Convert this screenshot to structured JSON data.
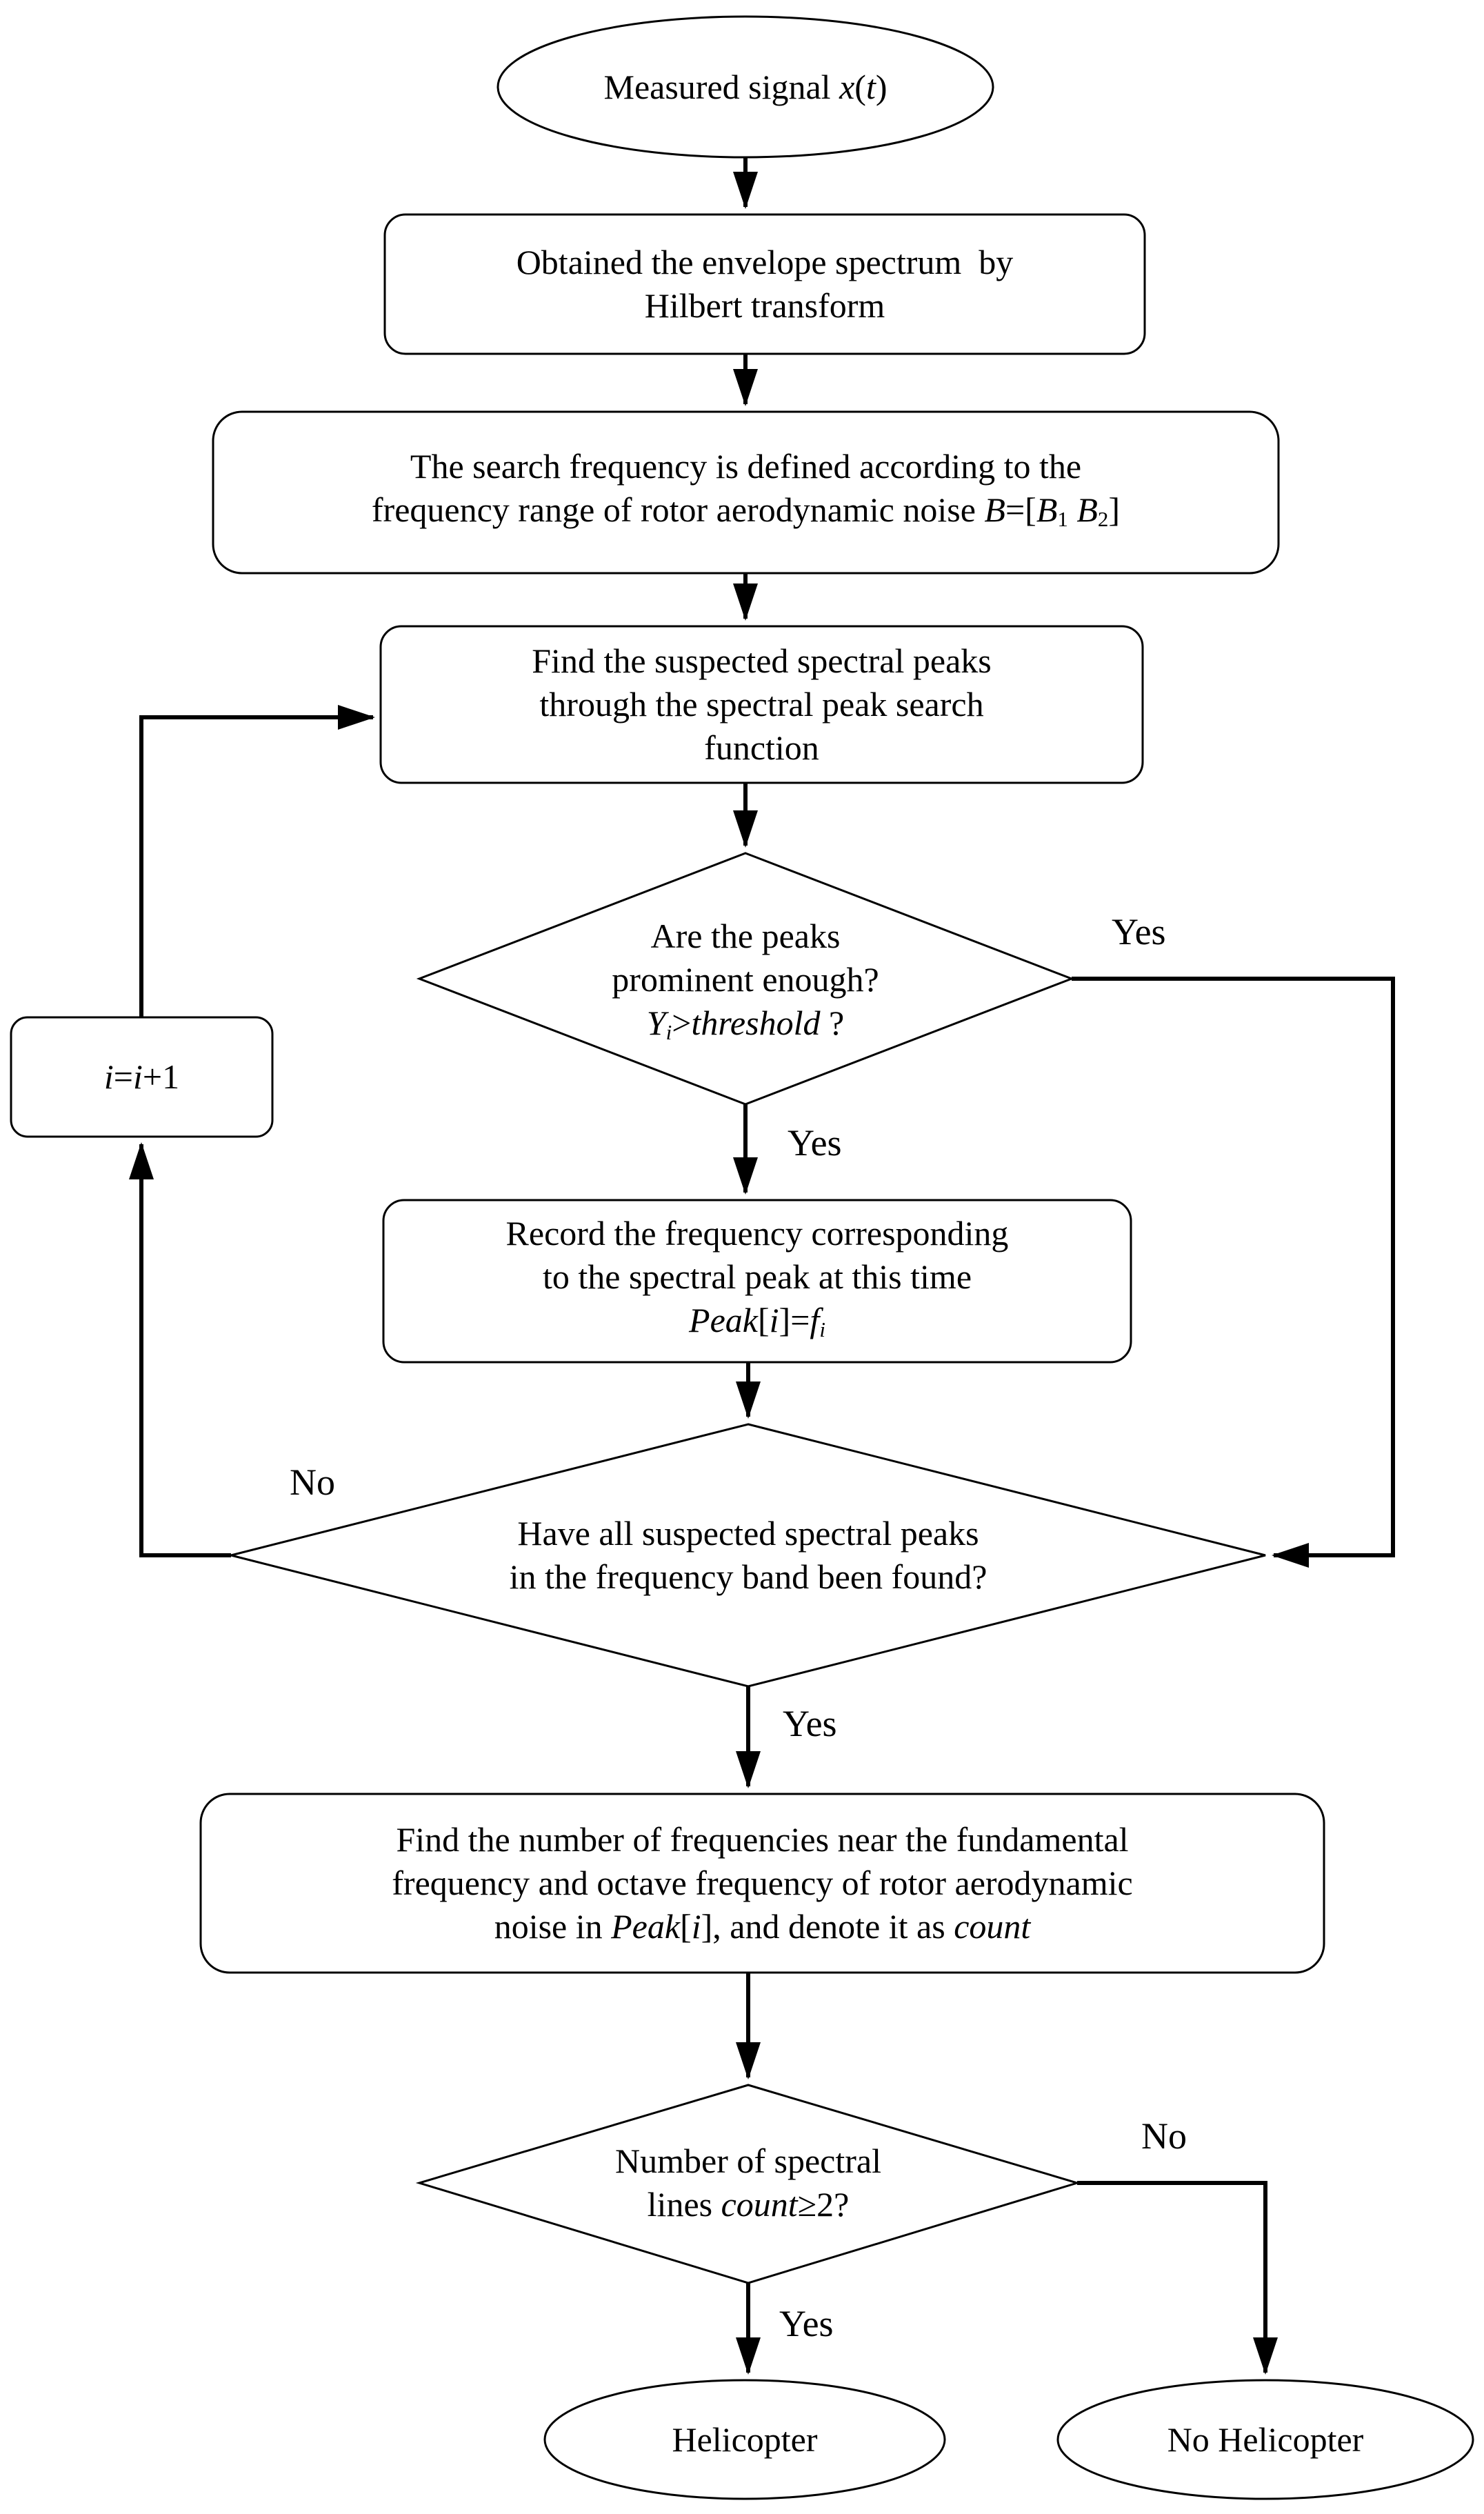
{
  "colors": {
    "ink": "#000000",
    "background": "#ffffff"
  },
  "nodes": {
    "start": {
      "lines": [
        [
          {
            "t": "Measured signal "
          },
          {
            "t": "x"
          },
          {
            "t": "("
          },
          {
            "t": "t"
          },
          {
            "t": ")"
          }
        ]
      ]
    },
    "hilbert": {
      "lines": [
        [
          {
            "t": "Obtained the envelope spectrum  by"
          }
        ],
        [
          {
            "t": "Hilbert transform"
          }
        ]
      ]
    },
    "search": {
      "lines": [
        [
          {
            "t": "The search frequency is defined according to the"
          }
        ],
        [
          {
            "t": "frequency range of rotor aerodynamic noise "
          },
          {
            "t": "B"
          },
          {
            "t": "=["
          },
          {
            "t": "B"
          },
          {
            "t": "1"
          },
          {
            "t": " "
          },
          {
            "t": "B"
          },
          {
            "t": "2"
          },
          {
            "t": "]"
          }
        ]
      ]
    },
    "find_peaks": {
      "lines": [
        [
          {
            "t": "Find the suspected spectral peaks"
          }
        ],
        [
          {
            "t": "through the spectral peak search"
          }
        ],
        [
          {
            "t": "function"
          }
        ]
      ]
    },
    "prominent": {
      "lines": [
        [
          {
            "t": "Are the peaks"
          }
        ],
        [
          {
            "t": "prominent enough?"
          }
        ],
        [
          {
            "t": "Y"
          },
          {
            "t": "i"
          },
          {
            "t": ">"
          },
          {
            "t": "threshold"
          },
          {
            "t": " ?"
          }
        ]
      ]
    },
    "increment": {
      "lines": [
        [
          {
            "t": "i"
          },
          {
            "t": "="
          },
          {
            "t": "i"
          },
          {
            "t": "+1"
          }
        ]
      ]
    },
    "record": {
      "lines": [
        [
          {
            "t": "Record the frequency corresponding"
          }
        ],
        [
          {
            "t": "to the spectral peak at this time"
          }
        ],
        [
          {
            "t": "Peak"
          },
          {
            "t": "["
          },
          {
            "t": "i"
          },
          {
            "t": "]="
          },
          {
            "t": "f"
          },
          {
            "t": "i"
          }
        ]
      ]
    },
    "all_found": {
      "lines": [
        [
          {
            "t": "Have all suspected spectral peaks"
          }
        ],
        [
          {
            "t": "in the frequency band been found?"
          }
        ]
      ]
    },
    "count_find": {
      "lines": [
        [
          {
            "t": "Find the number of frequencies near the fundamental"
          }
        ],
        [
          {
            "t": "frequency and octave frequency of rotor aerodynamic"
          }
        ],
        [
          {
            "t": "noise in "
          },
          {
            "t": "Peak"
          },
          {
            "t": "["
          },
          {
            "t": "i"
          },
          {
            "t": "], and denote it as "
          },
          {
            "t": "count"
          }
        ]
      ]
    },
    "count_check": {
      "lines": [
        [
          {
            "t": "Number of spectral"
          }
        ],
        [
          {
            "t": "lines "
          },
          {
            "t": "count"
          },
          {
            "t": "≥2?"
          }
        ]
      ]
    },
    "helicopter": {
      "lines": [
        [
          {
            "t": "Helicopter"
          }
        ]
      ]
    },
    "no_helicopter": {
      "lines": [
        [
          {
            "t": "No Helicopter"
          }
        ]
      ]
    }
  },
  "labels": {
    "d1_right": "Yes",
    "d1_down": "Yes",
    "d2_left": "No",
    "d2_down": "Yes",
    "d3_right": "No",
    "d3_down": "Yes"
  }
}
